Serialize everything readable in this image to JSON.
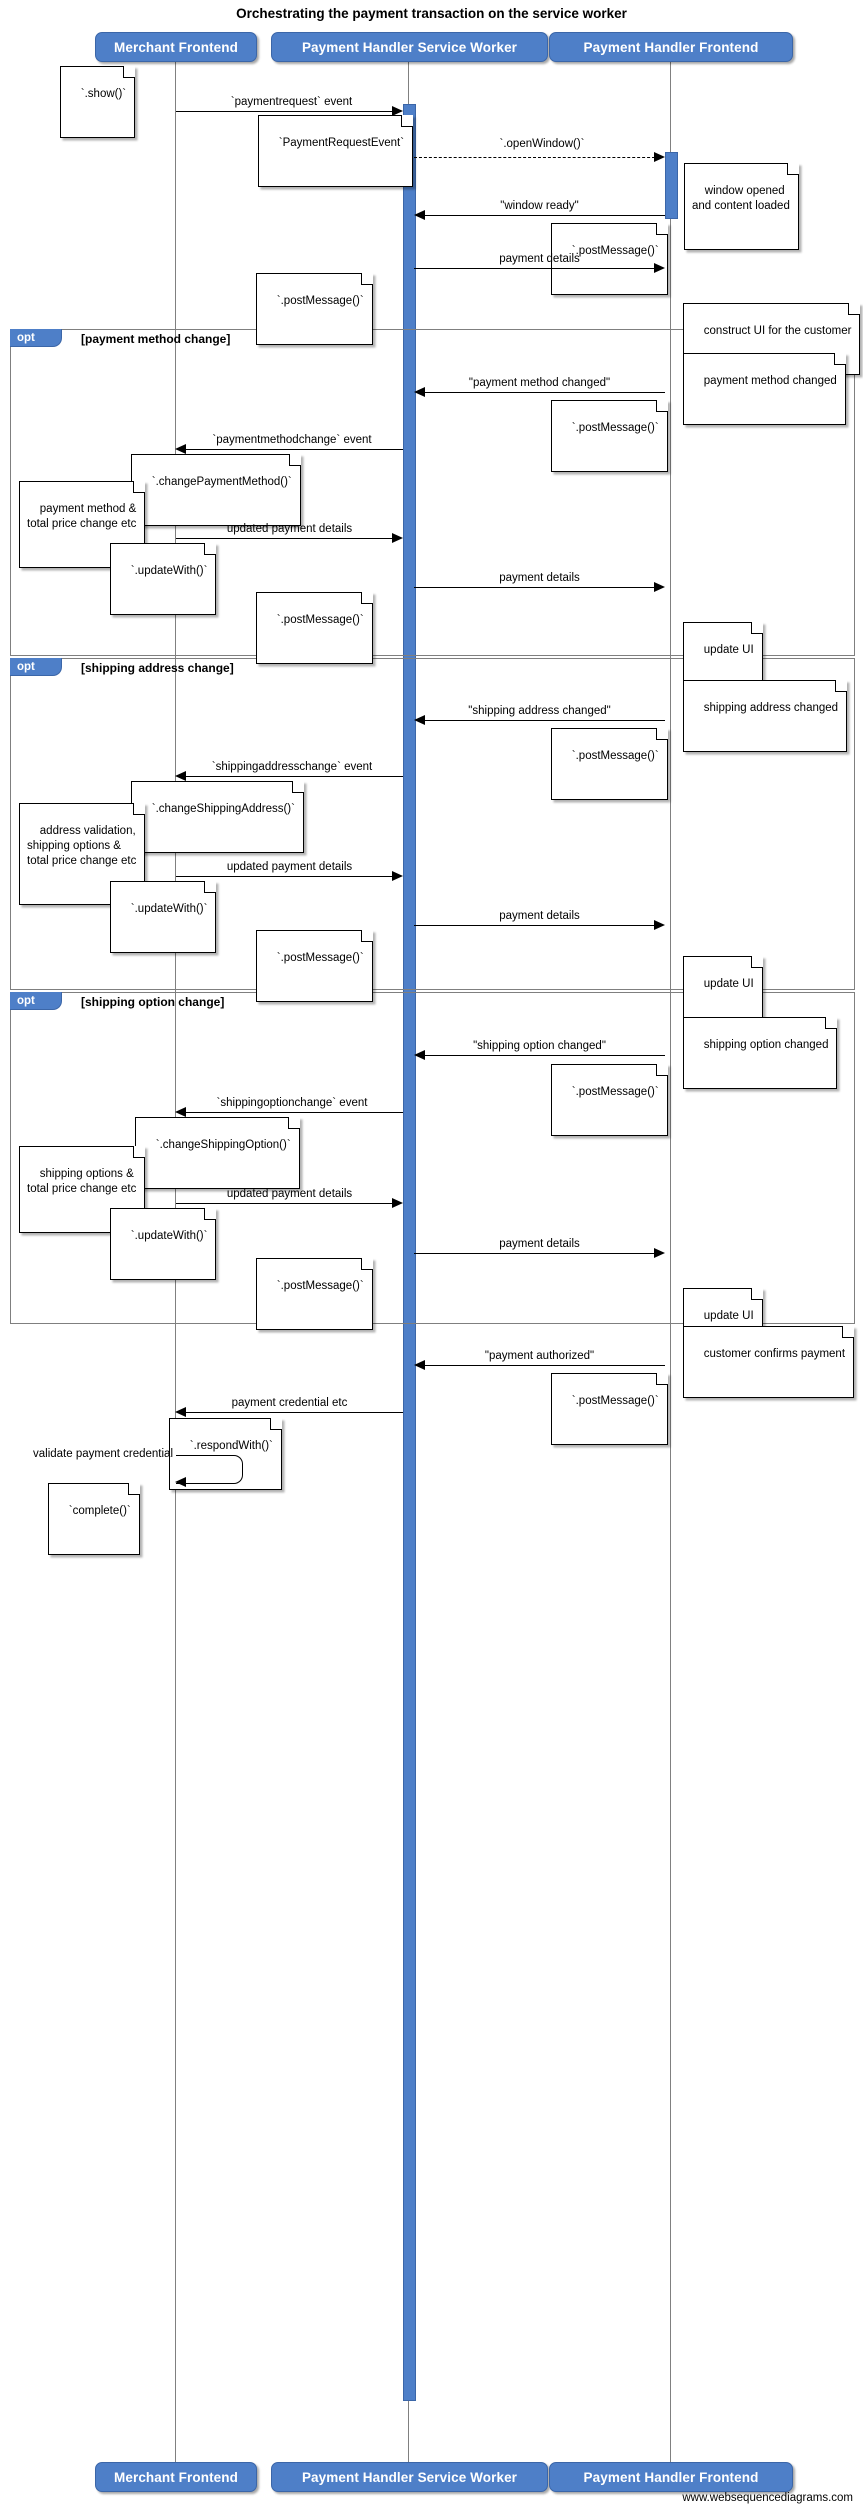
{
  "diagram": {
    "title": "Orchestrating the payment transaction on the service worker",
    "footer": "www.websequencediagrams.com",
    "type": "uml-sequence-diagram",
    "colors": {
      "participant_fill": "#4e7fc8",
      "participant_text": "#ffffff",
      "activation_fill": "#4e7fc8",
      "fragment_border": "#7f7f7f",
      "lifeline": "#808080",
      "note_fill": "#ffffff",
      "background": "#ffffff"
    }
  },
  "participants": [
    {
      "id": "merchant",
      "label": "Merchant Frontend"
    },
    {
      "id": "sw",
      "label": "Payment Handler Service Worker"
    },
    {
      "id": "phf",
      "label": "Payment Handler Frontend"
    }
  ],
  "participants_bottom": [
    {
      "id": "merchant",
      "label": "Merchant Frontend"
    },
    {
      "id": "sw",
      "label": "Payment Handler Service Worker"
    },
    {
      "id": "phf",
      "label": "Payment Handler Frontend"
    }
  ],
  "fragments": [
    {
      "id": "opt-payment-method",
      "kind": "opt",
      "condition": "[payment method change]"
    },
    {
      "id": "opt-shipping-address",
      "kind": "opt",
      "condition": "[shipping address change]"
    },
    {
      "id": "opt-shipping-option",
      "kind": "opt",
      "condition": "[shipping option change]"
    }
  ],
  "messages": [
    {
      "id": "m1",
      "label": "`paymentrequest` event",
      "from": "merchant",
      "to": "sw",
      "style": "solid"
    },
    {
      "id": "m2",
      "label": "`.openWindow()`",
      "from": "sw",
      "to": "phf",
      "style": "dashed"
    },
    {
      "id": "m3",
      "label": "\"window ready\"",
      "from": "phf",
      "to": "sw",
      "style": "solid"
    },
    {
      "id": "m4",
      "label": "payment details",
      "from": "sw",
      "to": "phf",
      "style": "solid"
    },
    {
      "id": "m5",
      "label": "\"payment method changed\"",
      "from": "phf",
      "to": "sw",
      "style": "solid"
    },
    {
      "id": "m6",
      "label": "`paymentmethodchange` event",
      "from": "sw",
      "to": "merchant",
      "style": "solid"
    },
    {
      "id": "m7",
      "label": "updated payment details",
      "from": "merchant",
      "to": "sw",
      "style": "solid"
    },
    {
      "id": "m8",
      "label": "payment details",
      "from": "sw",
      "to": "phf",
      "style": "solid"
    },
    {
      "id": "m9",
      "label": "\"shipping address changed\"",
      "from": "phf",
      "to": "sw",
      "style": "solid"
    },
    {
      "id": "m10",
      "label": "`shippingaddresschange` event",
      "from": "sw",
      "to": "merchant",
      "style": "solid"
    },
    {
      "id": "m11",
      "label": "updated payment details",
      "from": "merchant",
      "to": "sw",
      "style": "solid"
    },
    {
      "id": "m12",
      "label": "payment details",
      "from": "sw",
      "to": "phf",
      "style": "solid"
    },
    {
      "id": "m13",
      "label": "\"shipping option changed\"",
      "from": "phf",
      "to": "sw",
      "style": "solid"
    },
    {
      "id": "m14",
      "label": "`shippingoptionchange` event",
      "from": "sw",
      "to": "merchant",
      "style": "solid"
    },
    {
      "id": "m15",
      "label": "updated payment details",
      "from": "merchant",
      "to": "sw",
      "style": "solid"
    },
    {
      "id": "m16",
      "label": "payment details",
      "from": "sw",
      "to": "phf",
      "style": "solid"
    },
    {
      "id": "m17",
      "label": "\"payment authorized\"",
      "from": "phf",
      "to": "sw",
      "style": "solid"
    },
    {
      "id": "m18",
      "label": "payment credential etc",
      "from": "sw",
      "to": "merchant",
      "style": "solid"
    },
    {
      "id": "m19",
      "label": "validate payment credential",
      "from": "merchant",
      "to": "merchant",
      "style": "self"
    }
  ],
  "notes": [
    {
      "id": "n1",
      "text": "`.show()`"
    },
    {
      "id": "n2",
      "text": "`PaymentRequestEvent`"
    },
    {
      "id": "n3",
      "text": "window opened\nand content loaded"
    },
    {
      "id": "n4",
      "text": "`.postMessage()`"
    },
    {
      "id": "n5",
      "text": "`.postMessage()`"
    },
    {
      "id": "n6",
      "text": "construct UI for the customer"
    },
    {
      "id": "n7",
      "text": "payment method changed"
    },
    {
      "id": "n8",
      "text": "`.postMessage()`"
    },
    {
      "id": "n9",
      "text": "`.changePaymentMethod()`"
    },
    {
      "id": "n10",
      "text": "payment method &\ntotal price change etc"
    },
    {
      "id": "n11",
      "text": "`.updateWith()`"
    },
    {
      "id": "n12",
      "text": "`.postMessage()`"
    },
    {
      "id": "n13",
      "text": "update UI"
    },
    {
      "id": "n14",
      "text": "shipping address changed"
    },
    {
      "id": "n15",
      "text": "`.postMessage()`"
    },
    {
      "id": "n16",
      "text": "`.changeShippingAddress()`"
    },
    {
      "id": "n17",
      "text": "address validation,\nshipping options &\ntotal price change etc"
    },
    {
      "id": "n18",
      "text": "`.updateWith()`"
    },
    {
      "id": "n19",
      "text": "`.postMessage()`"
    },
    {
      "id": "n20",
      "text": "update UI"
    },
    {
      "id": "n21",
      "text": "shipping option changed"
    },
    {
      "id": "n22",
      "text": "`.postMessage()`"
    },
    {
      "id": "n23",
      "text": "`.changeShippingOption()`"
    },
    {
      "id": "n24",
      "text": "shipping options &\ntotal price change etc"
    },
    {
      "id": "n25",
      "text": "`.updateWith()`"
    },
    {
      "id": "n26",
      "text": "`.postMessage()`"
    },
    {
      "id": "n27",
      "text": "update UI"
    },
    {
      "id": "n28",
      "text": "customer confirms payment"
    },
    {
      "id": "n29",
      "text": "`.postMessage()`"
    },
    {
      "id": "n30",
      "text": "`.respondWith()`"
    },
    {
      "id": "n31",
      "text": "`complete()`"
    }
  ]
}
